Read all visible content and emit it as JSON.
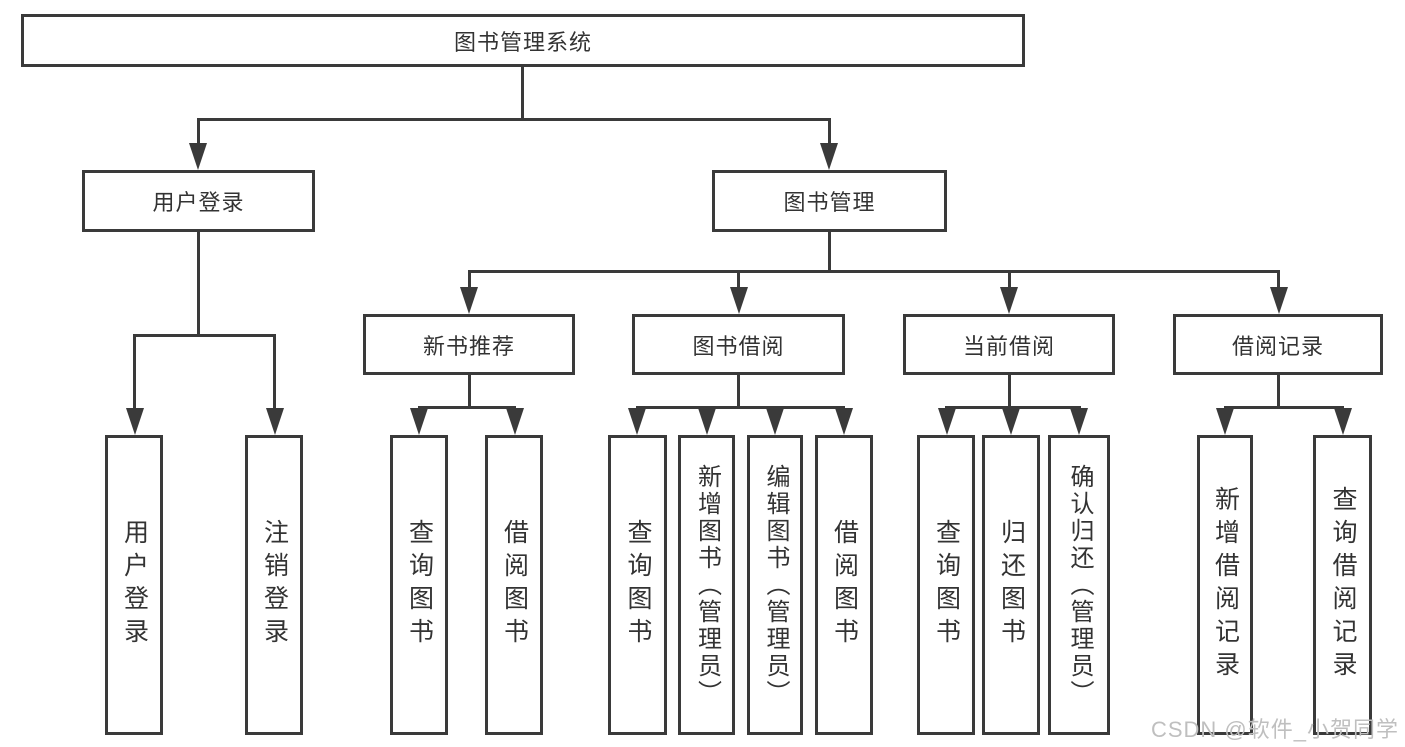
{
  "diagram": {
    "root": {
      "label": "图书管理系统"
    },
    "level2": [
      {
        "label": "用户登录"
      },
      {
        "label": "图书管理"
      }
    ],
    "level3": [
      {
        "label": "新书推荐"
      },
      {
        "label": "图书借阅"
      },
      {
        "label": "当前借阅"
      },
      {
        "label": "借阅记录"
      }
    ],
    "leaves": [
      {
        "label": "用户登录"
      },
      {
        "label": "注销登录"
      },
      {
        "label": "查询图书"
      },
      {
        "label": "借阅图书"
      },
      {
        "label": "查询图书"
      },
      {
        "label": "新增图书（管理员）"
      },
      {
        "label": "编辑图书（管理员）"
      },
      {
        "label": "借阅图书"
      },
      {
        "label": "查询图书"
      },
      {
        "label": "归还图书"
      },
      {
        "label": "确认归还（管理员）"
      },
      {
        "label": "新增借阅记录"
      },
      {
        "label": "查询借阅记录"
      }
    ]
  },
  "watermark": {
    "text": "CSDN @软件_小贺同学"
  },
  "colors": {
    "line": "#3a3a3a",
    "text": "#333333",
    "watermark": "#bfbfbf",
    "background": "#ffffff"
  }
}
